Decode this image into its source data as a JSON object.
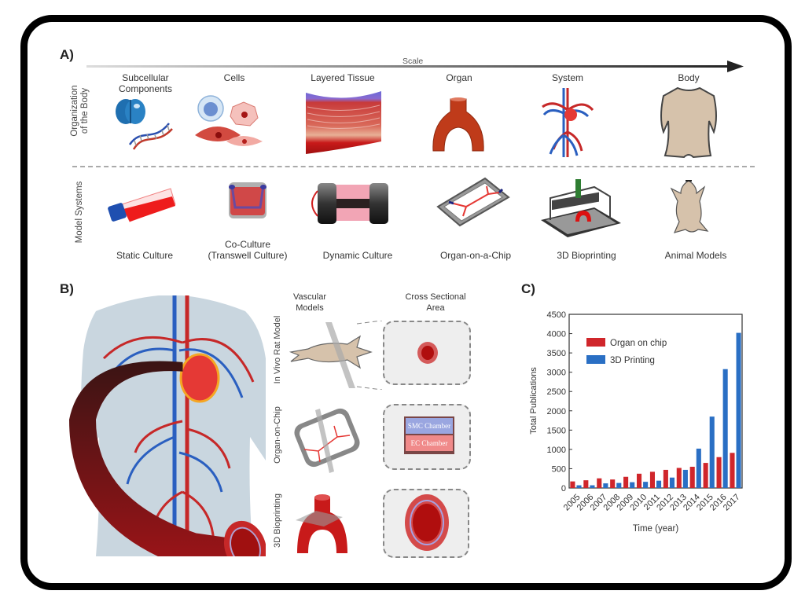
{
  "panels": {
    "a": {
      "label": "A)",
      "scale_label": "Scale",
      "row_labels": {
        "organization_line1": "Organization",
        "organization_line2": "of the Body",
        "model_systems": "Model Systems"
      },
      "organization": [
        {
          "line1": "Subcellular",
          "line2": "Components"
        },
        {
          "line1": "Cells",
          "line2": ""
        },
        {
          "line1": "Layered Tissue",
          "line2": ""
        },
        {
          "line1": "Organ",
          "line2": ""
        },
        {
          "line1": "System",
          "line2": ""
        },
        {
          "line1": "Body",
          "line2": ""
        }
      ],
      "models": [
        {
          "line1": "",
          "line2": "Static Culture"
        },
        {
          "line1": "Co-Culture",
          "line2": "(Transwell Culture)"
        },
        {
          "line1": "",
          "line2": "Dynamic Culture"
        },
        {
          "line1": "",
          "line2": "Organ-on-a-Chip"
        },
        {
          "line1": "",
          "line2": "3D Bioprinting"
        },
        {
          "line1": "",
          "line2": "Animal Models"
        }
      ]
    },
    "b": {
      "label": "B)",
      "col1_line1": "Vascular",
      "col1_line2": "Models",
      "col2_line1": "Cross Sectional",
      "col2_line2": "Area",
      "rows": [
        "In Vivo Rat Model",
        "Organ-on-Chip",
        "3D Bioprinting"
      ],
      "chamber_top": "SMC Chamber",
      "chamber_bottom": "EC Chamber"
    },
    "c": {
      "label": "C)"
    }
  },
  "colors": {
    "organ_on_chip": "#d0262b",
    "printing_3d": "#2a6fc4",
    "vessel_red": "#b01c22",
    "vein_blue": "#2a5fc0"
  },
  "chart_data": {
    "type": "bar",
    "title": "",
    "xlabel": "Time (year)",
    "ylabel": "Total Publications",
    "categories": [
      "2005",
      "2006",
      "2007",
      "2008",
      "2009",
      "2010",
      "2011",
      "2012",
      "2013",
      "2014",
      "2015",
      "2016",
      "2017"
    ],
    "series": [
      {
        "name": "Organ on chip",
        "color": "#d0262b",
        "values": [
          170,
          200,
          250,
          220,
          290,
          370,
          420,
          470,
          520,
          550,
          650,
          800,
          910
        ]
      },
      {
        "name": "3D Printing",
        "color": "#2a6fc4",
        "values": [
          70,
          70,
          120,
          130,
          150,
          160,
          190,
          270,
          470,
          1020,
          1850,
          3080,
          4020
        ]
      }
    ],
    "ylim": [
      0,
      4500
    ],
    "yticks": [
      0,
      500,
      1000,
      1500,
      2000,
      2500,
      3000,
      3500,
      4000,
      4500
    ],
    "grid": false,
    "legend": "top-left"
  }
}
